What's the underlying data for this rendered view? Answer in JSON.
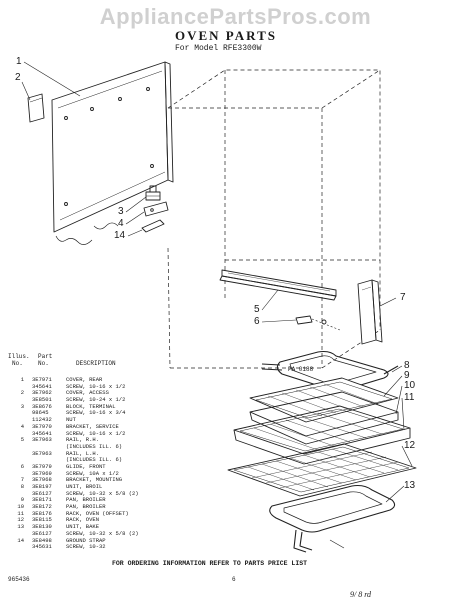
{
  "watermark": "AppliancePartsPros.com",
  "title": "OVEN PARTS",
  "subtitle": "For Model RFE3300W",
  "figure_ref": "PA 0188",
  "callouts": [
    "1",
    "2",
    "3",
    "4",
    "14",
    "5",
    "6",
    "7",
    "8",
    "9",
    "10",
    "11",
    "12",
    "13"
  ],
  "parts_header": {
    "illus_top": "Illus.",
    "illus_bottom": "No.",
    "part_top": "Part",
    "part_bottom": "No.",
    "description": "DESCRIPTION"
  },
  "parts": [
    {
      "illus": "1",
      "part": "3E7971",
      "desc": "COVER, REAR"
    },
    {
      "illus": "",
      "part": "345641",
      "desc": "SCREW, 10-16 x 1/2"
    },
    {
      "illus": "2",
      "part": "3E7962",
      "desc": "COVER, ACCESS"
    },
    {
      "illus": "",
      "part": "3E8501",
      "desc": "SCREW, 10-24 x 1/2"
    },
    {
      "illus": "3",
      "part": "3E8676",
      "desc": "BLOCK, TERMINAL"
    },
    {
      "illus": "",
      "part": "98645",
      "desc": "SCREW, 10-16 x 3/4"
    },
    {
      "illus": "",
      "part": "112432",
      "desc": "NUT"
    },
    {
      "illus": "4",
      "part": "3E7970",
      "desc": "BRACKET, SERVICE"
    },
    {
      "illus": "",
      "part": "345641",
      "desc": "SCREW, 10-16 x 1/2"
    },
    {
      "illus": "5",
      "part": "3E7963",
      "desc": "RAIL, R.H."
    },
    {
      "illus": "",
      "part": "",
      "desc": "(INCLUDES ILL. 6)"
    },
    {
      "illus": "",
      "part": "3E7963",
      "desc": "RAIL, L.H."
    },
    {
      "illus": "",
      "part": "",
      "desc": "(INCLUDES ILL. 6)"
    },
    {
      "illus": "6",
      "part": "3E7979",
      "desc": "GLIDE, FRONT"
    },
    {
      "illus": "",
      "part": "3E7969",
      "desc": "SCREW, 10A x 1/2"
    },
    {
      "illus": "7",
      "part": "3E7968",
      "desc": "BRACKET, MOUNTING"
    },
    {
      "illus": "8",
      "part": "3E8197",
      "desc": "UNIT, BROIL"
    },
    {
      "illus": "",
      "part": "3E6127",
      "desc": "SCREW, 10-32 x 5/8 (2)"
    },
    {
      "illus": "9",
      "part": "3E8171",
      "desc": "PAN, BROILER"
    },
    {
      "illus": "10",
      "part": "3E8172",
      "desc": "PAN, BROILER"
    },
    {
      "illus": "11",
      "part": "3E8176",
      "desc": "RACK, OVEN (OFFSET)"
    },
    {
      "illus": "12",
      "part": "3E8115",
      "desc": "RACK, OVEN"
    },
    {
      "illus": "13",
      "part": "3E8130",
      "desc": "UNIT, BAKE"
    },
    {
      "illus": "",
      "part": "3E6127",
      "desc": "SCREW, 10-32 x 5/8 (2)"
    },
    {
      "illus": "14",
      "part": "3E8498",
      "desc": "GROUND STRAP"
    },
    {
      "illus": "",
      "part": "345631",
      "desc": "SCREW, 10-32"
    }
  ],
  "order_note": "FOR ORDERING INFORMATION REFER TO PARTS PRICE LIST",
  "footer_left": "965436",
  "footer_page": "6",
  "footer_scribble": "9/ 8 rd"
}
